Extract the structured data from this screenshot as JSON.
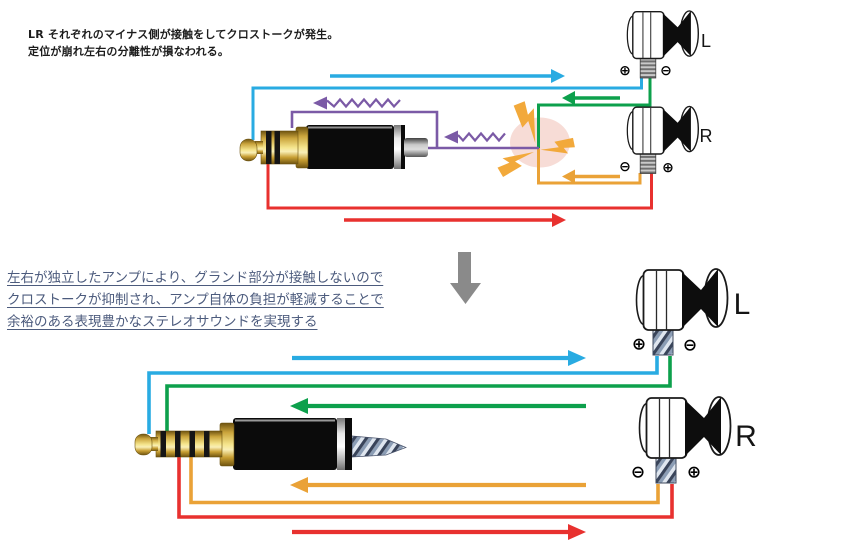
{
  "top_diagram": {
    "note_lines": [
      "LR それぞれのマイナス側が接触をしてクロストークが発生。",
      "定位が崩れ左右の分離性が損なわれる。"
    ],
    "left_driver": {
      "label": "L",
      "terminal_left": "⊕",
      "terminal_right": "⊖"
    },
    "right_driver": {
      "label": "R",
      "terminal_left": "⊖",
      "terminal_right": "⊕"
    }
  },
  "bottom_diagram": {
    "note_lines": [
      "左右が独立したアンプにより、グランド部分が接触しないので",
      "クロストークが抑制され、アンプ自体の負担が軽減することで",
      "余裕のある表現豊かなステレオサウンドを実現する"
    ],
    "left_driver": {
      "label": "L",
      "terminal_left": "⊕",
      "terminal_right": "⊖"
    },
    "right_driver": {
      "label": "R",
      "terminal_left": "⊖",
      "terminal_right": "⊕"
    }
  },
  "colors": {
    "left_positive": "#29abe2",
    "left_negative": "#0da04c",
    "right_negative": "#eaa237",
    "right_positive": "#e8312f",
    "shared_ground": "#7b5aa6",
    "spark_glow": "#f6d8d1",
    "spark_bolt": "#f2a93b",
    "note_text": "#4c5b7d",
    "transition_arrow": "#8a8a8a"
  },
  "icons": {
    "plus_terminal": "⊕",
    "minus_terminal": "⊖",
    "transition": "down-arrow",
    "crosstalk": "lightning-spark"
  }
}
